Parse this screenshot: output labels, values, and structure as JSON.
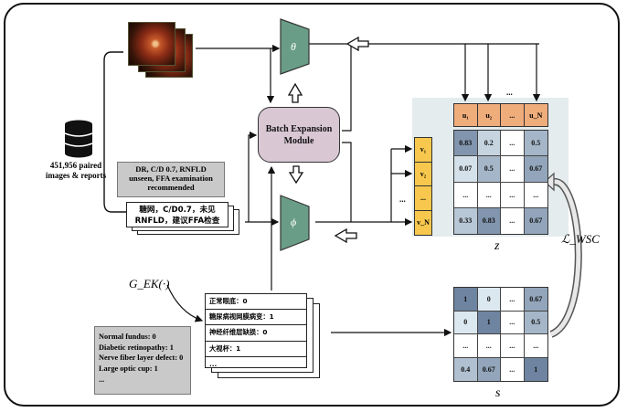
{
  "dataset": {
    "count_line": "451,956 paired",
    "desc_line": "images & reports"
  },
  "module": {
    "line1": "Batch Expansion",
    "line2": "Module"
  },
  "encoders": {
    "image": "θ",
    "text": "ϕ"
  },
  "report_en": {
    "line1": "DR, C/D 0.7, RNFLD",
    "line2": "unseen, FFA examination",
    "line3": "recommended"
  },
  "report_zh": {
    "line1": "糖网，C/D0.7，未见",
    "line2": "RNFLD，建议FFA检查"
  },
  "labels_zh": [
    "正常眼底：0",
    "糖尿病视网膜病变：1",
    "神经纤维层缺损：0",
    "大视杯：1",
    "..."
  ],
  "labels_en": [
    "Normal fundus: 0",
    "Diabetic retinopathy: 1",
    "Nerve fiber layer defect: 0",
    "Large optic cup: 1",
    "..."
  ],
  "extractor": "G_EK(·)",
  "u_vectors": [
    "u₁",
    "u₂",
    "...",
    "u_N"
  ],
  "v_vectors": [
    "v₁",
    "v₂",
    "...",
    "v_N"
  ],
  "z_matrix": [
    [
      "0.83",
      "0.2",
      "...",
      "0.5"
    ],
    [
      "0.07",
      "0.5",
      "...",
      "0.67"
    ],
    [
      "...",
      "...",
      "...",
      "..."
    ],
    [
      "0.33",
      "0.83",
      "...",
      "0.67"
    ]
  ],
  "s_matrix": [
    [
      "1",
      "0",
      "...",
      "0.67"
    ],
    [
      "0",
      "1",
      "...",
      "0.5"
    ],
    [
      "...",
      "...",
      "...",
      "..."
    ],
    [
      "0.4",
      "0.67",
      "...",
      "1"
    ]
  ],
  "matrix_labels": {
    "z": "z",
    "s": "s"
  },
  "loss": "ℒ_WSC",
  "ellipsis": "...",
  "colors": {
    "module_fill": "#d9c7d4",
    "encoder_fill": "#6a9d88",
    "u_fill": "#f0ad7c",
    "v_fill": "#f7c84d",
    "caption_fill": "#c9c9c9"
  }
}
